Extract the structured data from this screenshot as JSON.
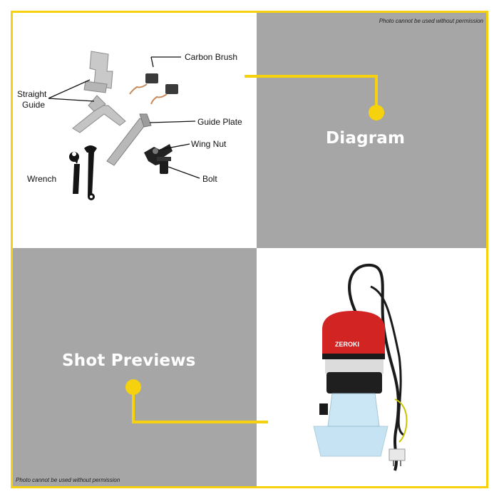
{
  "notice": {
    "top": "Photo cannot be used without permission",
    "bottom": "Photo cannot be used without permission"
  },
  "sections": {
    "diagram_title": "Diagram",
    "shot_previews_title": "Shot Previews"
  },
  "parts": {
    "straight_guide_line1": "Straight",
    "straight_guide_line2": "Guide",
    "carbon_brush": "Carbon Brush",
    "guide_plate": "Guide Plate",
    "wing_nut": "Wing Nut",
    "bolt": "Bolt",
    "wrench": "Wrench"
  },
  "product": {
    "brand": "ZEROKI"
  },
  "colors": {
    "accent_yellow": "#f5d20d",
    "panel_gray": "#a7a6a6",
    "router_red": "#d32424"
  }
}
